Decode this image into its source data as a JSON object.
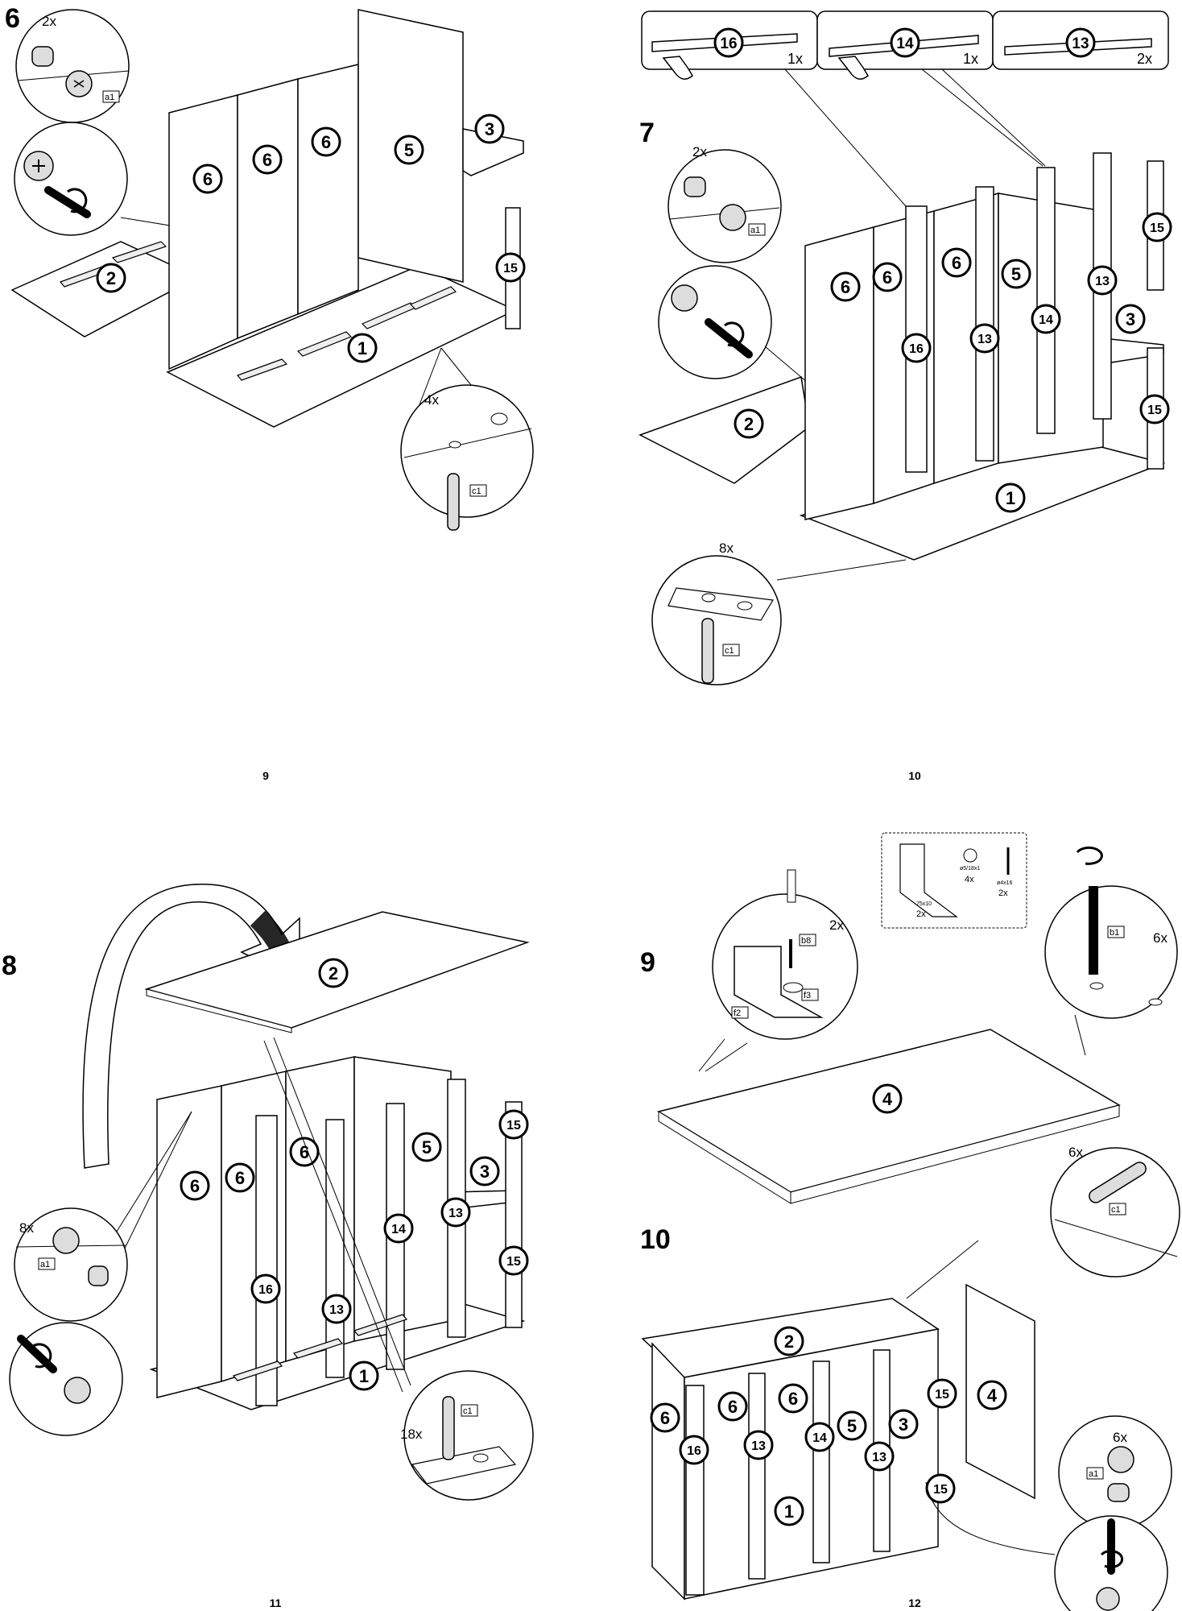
{
  "steps": [
    {
      "number": "6"
    },
    {
      "number": "7"
    },
    {
      "number": "8"
    },
    {
      "number": "9"
    },
    {
      "number": "10"
    }
  ],
  "page_numbers": [
    "9",
    "10",
    "11",
    "12"
  ],
  "quantities": {
    "s6_a1": "2x",
    "s6_c1": "4x",
    "s7_a1": "2x",
    "s7_c1": "8x",
    "s7_p16": "1x",
    "s7_p14": "1x",
    "s7_p13": "2x",
    "s8_a1": "8x",
    "s8_c1": "18x",
    "s9_b8": "2x",
    "s9_b1": "6x",
    "s9_c1": "6x",
    "s9_bag_f3": "4x",
    "s9_bag_b8": "2x",
    "s9_bag_f2": "2x",
    "s10_a1": "6x"
  },
  "hardware_codes": {
    "a1": "a1",
    "c1": "c1",
    "b1": "b1",
    "b8": "b8",
    "f2": "f2",
    "f3": "f3"
  },
  "bag_small_text": {
    "f3_desc": "ø5/18x1",
    "b8_desc": "ø4x16",
    "f2_desc": "75x10"
  },
  "part_labels": {
    "s6": [
      "6",
      "6",
      "6",
      "5",
      "3",
      "2",
      "1",
      "15"
    ],
    "s7_parts": [
      "16",
      "14",
      "13"
    ],
    "s7": [
      "6",
      "6",
      "6",
      "5",
      "16",
      "13",
      "14",
      "13",
      "15",
      "3",
      "15",
      "2",
      "1"
    ],
    "s8": [
      "2",
      "6",
      "6",
      "6",
      "5",
      "3",
      "13",
      "15",
      "15",
      "14",
      "16",
      "13",
      "1"
    ],
    "s9": [
      "4"
    ],
    "s10": [
      "2",
      "6",
      "6",
      "6",
      "5",
      "3",
      "13",
      "15",
      "15",
      "4",
      "16",
      "13",
      "14",
      "1"
    ]
  }
}
